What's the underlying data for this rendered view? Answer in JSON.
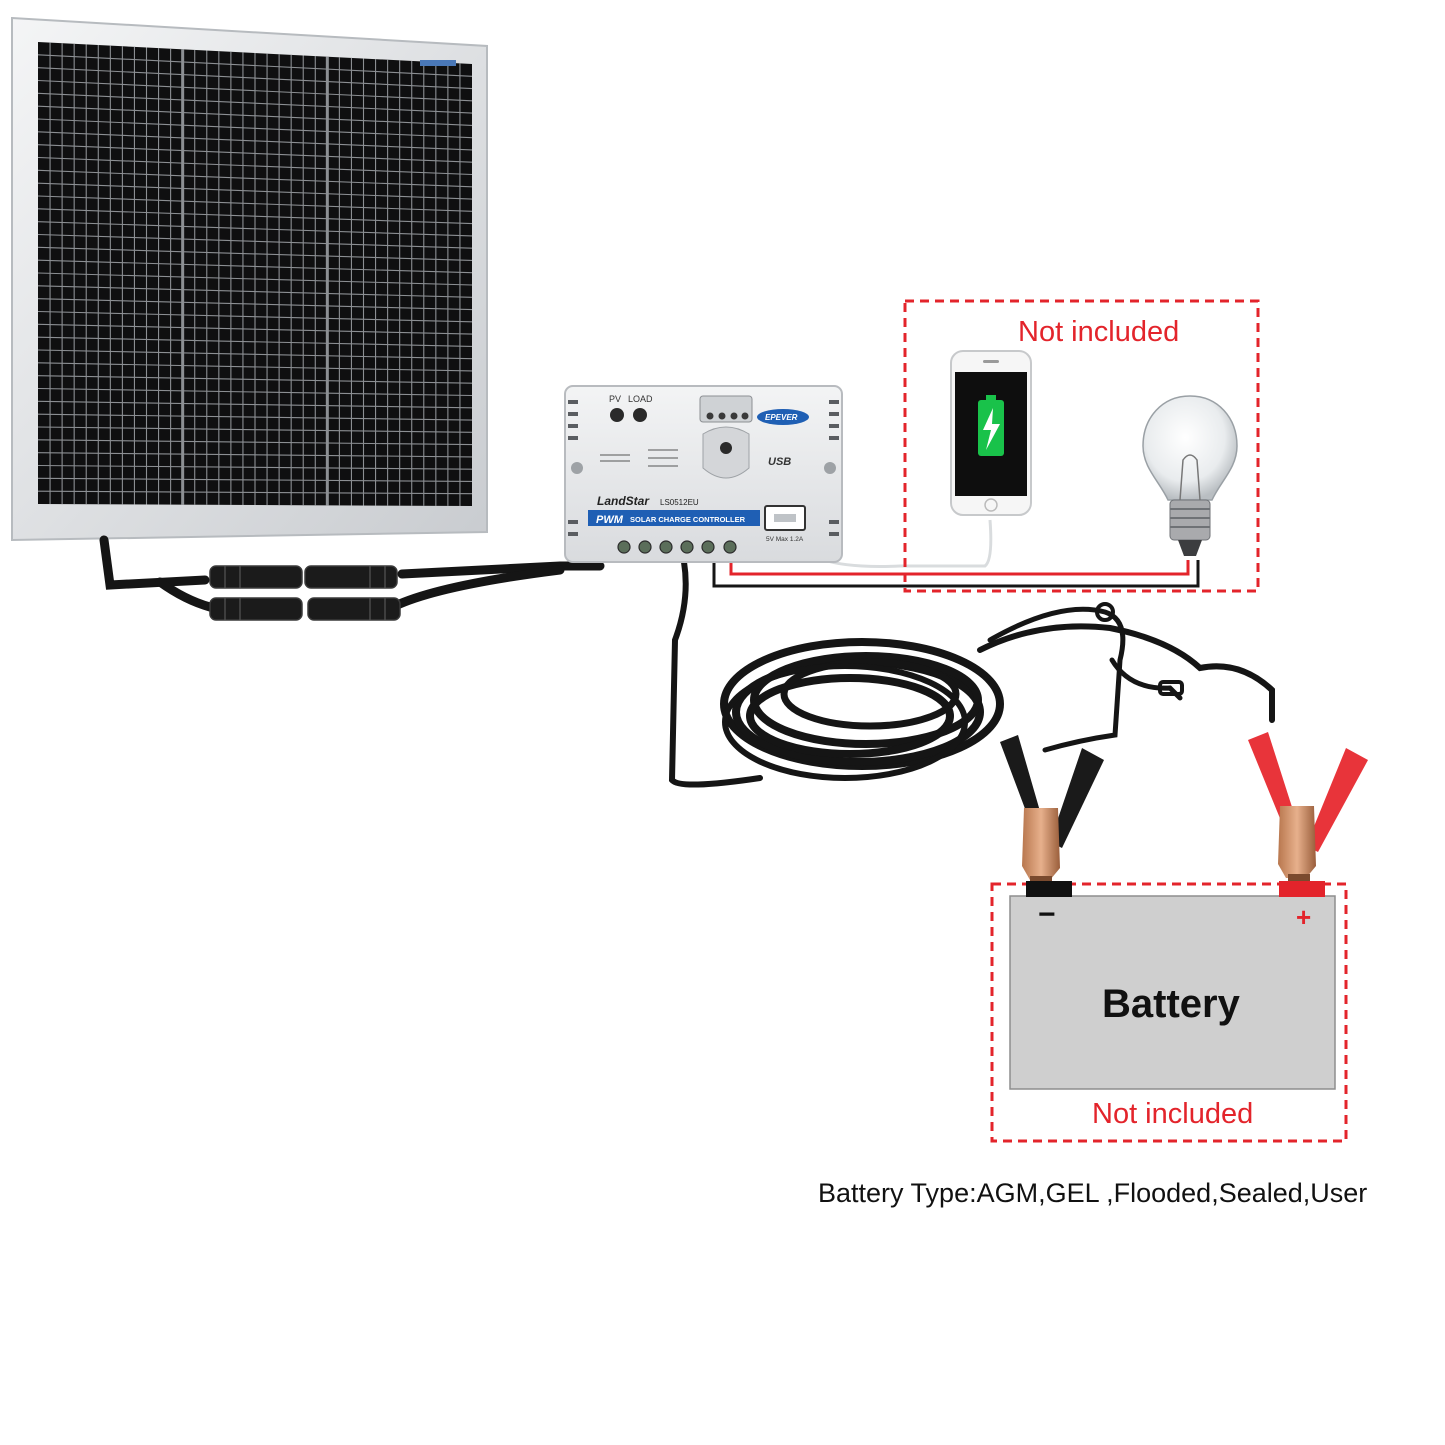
{
  "colors": {
    "accent_red": "#e3242b",
    "panel_cell": "#141414",
    "panel_frame": "#e6e8ea",
    "controller_body": "#ecedef",
    "controller_band": "#1f5fb4",
    "battery_body": "#cfcfcf",
    "cable": "#151515",
    "phone_screen_icon": "#19c24a"
  },
  "icons": [
    "solar-panel-icon",
    "mc4-connector-icon",
    "charge-controller-icon",
    "smartphone-icon",
    "light-bulb-icon",
    "battery-clamp-icon",
    "battery-icon",
    "cable-coil-icon"
  ],
  "controller": {
    "label_pv": "PV",
    "label_load": "LOAD",
    "brand": "EPEVER",
    "model_name": "LandStar",
    "model_code": "LS0512EU",
    "band_pwm": "PWM",
    "band_text": "SOLAR CHARGE CONTROLLER",
    "usb_label": "USB",
    "usb_rating": "5V Max 1.2A"
  },
  "labels": {
    "not_included_top": "Not included",
    "not_included_bottom": "Not included"
  },
  "battery": {
    "title": "Battery",
    "minus": "−",
    "plus": "+"
  },
  "caption": {
    "battery_types": "Battery Type:AGM,GEL ,Flooded,Sealed,User"
  }
}
